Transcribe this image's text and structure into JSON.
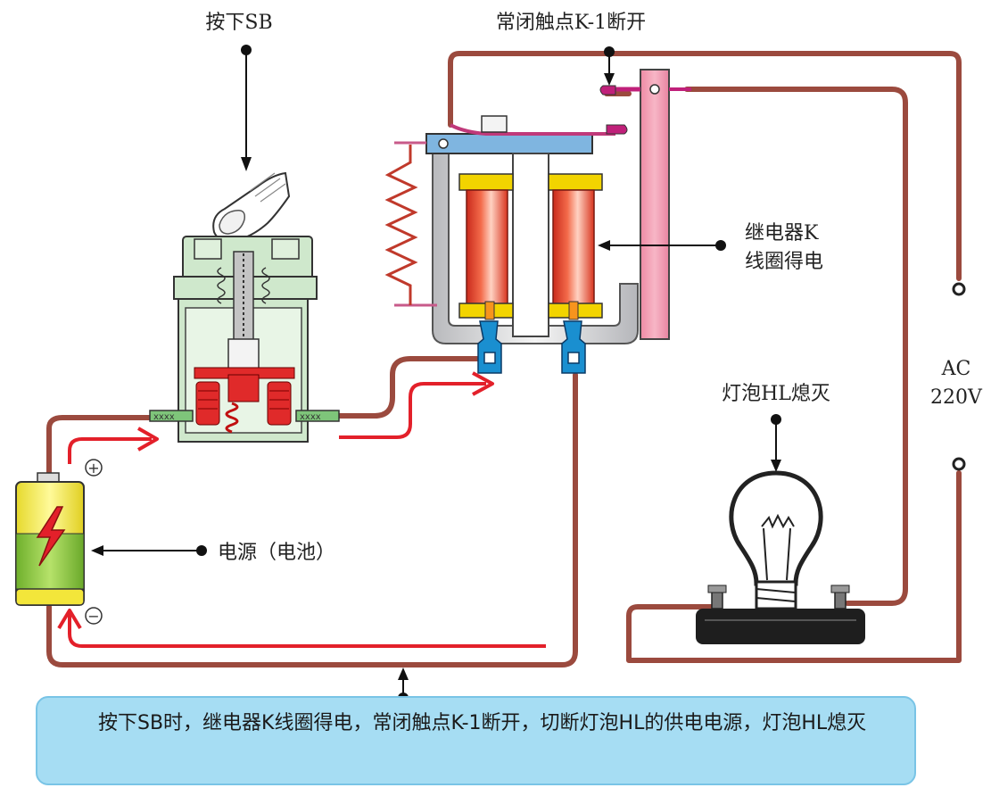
{
  "labels": {
    "press_sb": "按下SB",
    "contact_open": "常闭触点K-1断开",
    "relay_coil": [
      "继电器K",
      "线圈得电"
    ],
    "power_source": "电源（电池）",
    "lamp_off": "灯泡HL熄灭",
    "ac_source": [
      "AC",
      "220V"
    ],
    "plus_sign": "+",
    "minus_sign": "−"
  },
  "caption": "按下SB时，继电器K线圈得电，常闭触点K-1断开，切断灯泡HL的供电电源，灯泡HL熄灭",
  "colors": {
    "wire": "#9b4a3e",
    "current_arrow": "#e3202a",
    "coil": "#e84830",
    "coil_cap": "#f2d400",
    "switch_body": "#cfe8cc",
    "armature": "#f29cb0",
    "terminal": "#1a8fd0",
    "battery_top": "#f3e63a",
    "battery_bottom": "#8cc63f",
    "caption_bg": "#a6ddf3"
  },
  "icons": [
    "finger-icon",
    "pushbutton-switch",
    "relay",
    "battery",
    "light-bulb",
    "spring-icon",
    "lightning-icon"
  ]
}
